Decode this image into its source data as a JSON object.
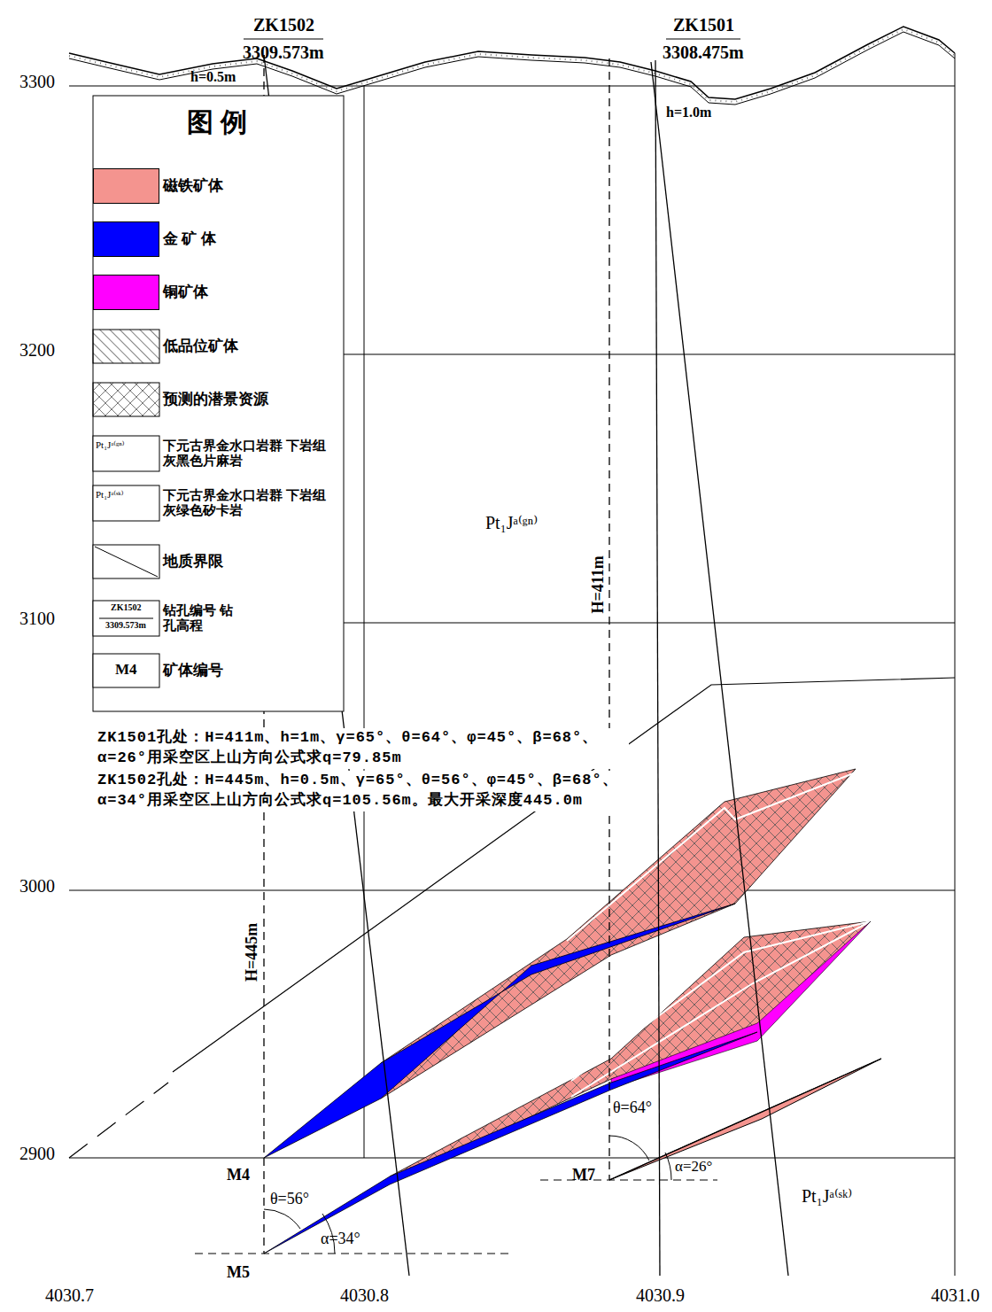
{
  "diagram": {
    "labels": [
      "图 例",
      "Pt₁Jᵃ⁽ᵍⁿ⁾",
      "Pt₁Jᵃ⁽ˢᵏ⁾",
      "ZK1502",
      "3309.573m",
      "M4",
      "ZK1502",
      "3309.573m",
      "ZK1501",
      "3308.475m",
      "h=0.5m",
      "h=1.0m",
      "3300",
      "3200",
      "3100",
      "3000",
      "2900",
      "4030.7",
      "4030.8",
      "4030.9",
      "4031.0",
      "H=445m",
      "H=411m",
      "Pt₁Jᵃ⁽ᵍⁿ⁾",
      "Pt₁Jᵃ⁽ˢᵏ⁾",
      "ZK1501孔处：H=411m、h=1m、γ=65°、θ=64°、φ=45°、β=68°、α=26°用采空区上山方向公式求q=79.85m",
      "ZK1502孔处：H=445m、h=0.5m、γ=65°、θ=56°、φ=45°、β=68°、α=34°用采空区上山方向公式求q=105.56m。最大开采深度445.0m",
      "M4",
      "M5",
      "M7",
      "θ=56°",
      "α=34°",
      "θ=64°",
      "α=26°"
    ],
    "legend": [
      {
        "text": "磁铁矿体",
        "color": "#f4948f"
      },
      {
        "text": "金 矿 体",
        "color": "#0000ff"
      },
      {
        "text": "铜矿体",
        "color": "#ff00ff"
      },
      {
        "text": "低品位矿体"
      },
      {
        "text": "预测的潜景资源"
      },
      {
        "text": "下元古界金水口岩群 下岩组灰黑色片麻岩"
      },
      {
        "text": "下元古界金水口岩群 下岩组灰绿色矽卡岩"
      },
      {
        "text": "地质界限"
      },
      {
        "text": "钻孔编号 钻孔高程"
      },
      {
        "text": "矿体编号"
      }
    ]
  }
}
